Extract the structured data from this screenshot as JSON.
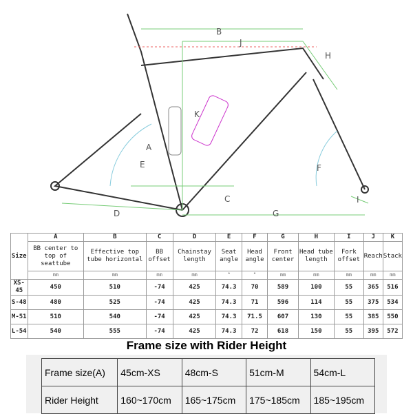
{
  "diagram": {
    "labels": [
      "A",
      "B",
      "C",
      "D",
      "E",
      "F",
      "G",
      "H",
      "I",
      "J",
      "K"
    ]
  },
  "geometry": {
    "size_header": "Size",
    "columns": [
      {
        "letter": "A",
        "name": "BB center to top of seattube",
        "unit": "mm"
      },
      {
        "letter": "B",
        "name": "Effective top tube horizontal",
        "unit": "mm"
      },
      {
        "letter": "C",
        "name": "BB offset",
        "unit": "mm"
      },
      {
        "letter": "D",
        "name": "Chainstay length",
        "unit": "mm"
      },
      {
        "letter": "E",
        "name": "Seat angle",
        "unit": "°"
      },
      {
        "letter": "F",
        "name": "Head angle",
        "unit": "°"
      },
      {
        "letter": "G",
        "name": "Front center",
        "unit": "mm"
      },
      {
        "letter": "H",
        "name": "Head tube length",
        "unit": "mm"
      },
      {
        "letter": "I",
        "name": "Fork offset",
        "unit": "mm"
      },
      {
        "letter": "J",
        "name": "Reach",
        "unit": "mm"
      },
      {
        "letter": "K",
        "name": "Stack",
        "unit": "mm"
      }
    ],
    "rows": [
      [
        "XS-45",
        "450",
        "510",
        "-74",
        "425",
        "74.3",
        "70",
        "589",
        "100",
        "55",
        "365",
        "516"
      ],
      [
        "S-48",
        "480",
        "525",
        "-74",
        "425",
        "74.3",
        "71",
        "596",
        "114",
        "55",
        "375",
        "534"
      ],
      [
        "M-51",
        "510",
        "540",
        "-74",
        "425",
        "74.3",
        "71.5",
        "607",
        "130",
        "55",
        "385",
        "550"
      ],
      [
        "L-54",
        "540",
        "555",
        "-74",
        "425",
        "74.3",
        "72",
        "618",
        "150",
        "55",
        "395",
        "572"
      ]
    ]
  },
  "rider_table": {
    "title": "Frame size with Rider Height",
    "rows": [
      [
        "Frame size(A)",
        "45cm-XS",
        "48cm-S",
        "51cm-M",
        "54cm-L"
      ],
      [
        "Rider Height",
        "160~170cm",
        "165~175cm",
        "175~185cm",
        "185~195cm"
      ]
    ]
  }
}
